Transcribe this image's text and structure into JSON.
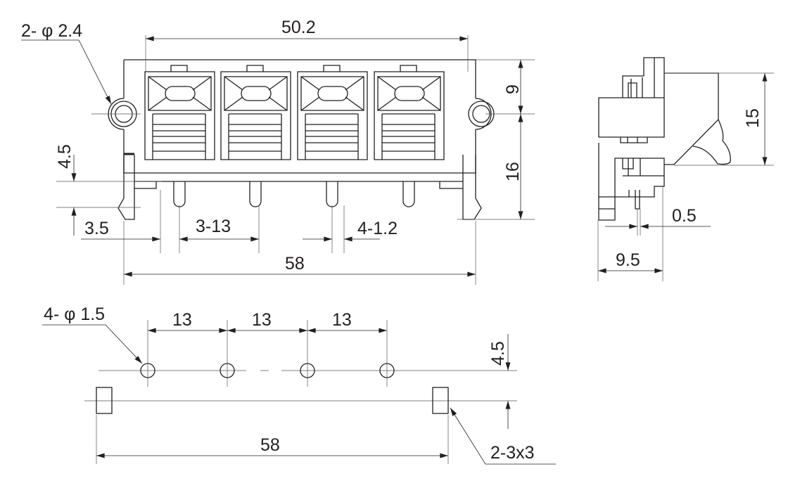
{
  "front_view": {
    "holes_label": "2- φ 2.4",
    "width_top": "50.2",
    "height_upper": "9",
    "height_lower": "16",
    "pin_offset_v": "4.5",
    "edge_offset": "3.5",
    "pin_pitch": "3-13",
    "pin_width": "4-1.2",
    "overall_width": "58"
  },
  "side_view": {
    "height": "15",
    "pin_thickness": "0.5",
    "depth": "9.5"
  },
  "footprint": {
    "holes_label": "4- φ 1.5",
    "pitch_1": "13",
    "pitch_2": "13",
    "pitch_3": "13",
    "row_offset": "4.5",
    "overall_width": "58",
    "pads_label": "2-3x3"
  }
}
